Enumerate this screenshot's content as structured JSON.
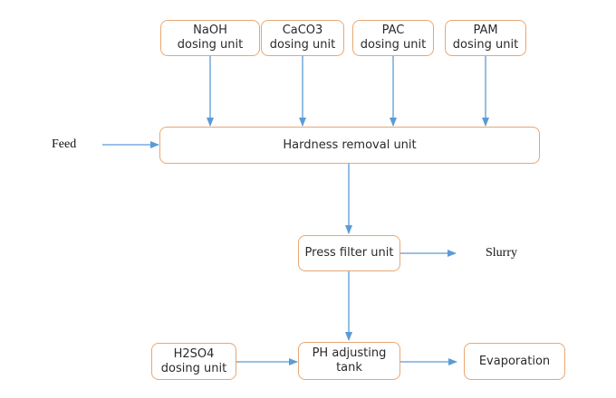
{
  "diagram": {
    "dosing_units": [
      {
        "line1": "NaOH",
        "line2": "dosing unit"
      },
      {
        "line1": "CaCO3",
        "line2": "dosing unit"
      },
      {
        "line1": "PAC",
        "line2": "dosing unit"
      },
      {
        "line1": "PAM",
        "line2": "dosing unit"
      }
    ],
    "feed_label": "Feed",
    "hardness_removal": "Hardness removal unit",
    "press_filter": "Press filter unit",
    "slurry_label": "Slurry",
    "h2so4_unit": {
      "line1": "H2SO4",
      "line2": "dosing unit"
    },
    "ph_tank": {
      "line1": "PH adjusting",
      "line2": "tank"
    },
    "evaporation": "Evaporation",
    "colors": {
      "box_border": "#e8a774",
      "arrow": "#5b9bd5",
      "text": "#2a2a2a"
    }
  }
}
